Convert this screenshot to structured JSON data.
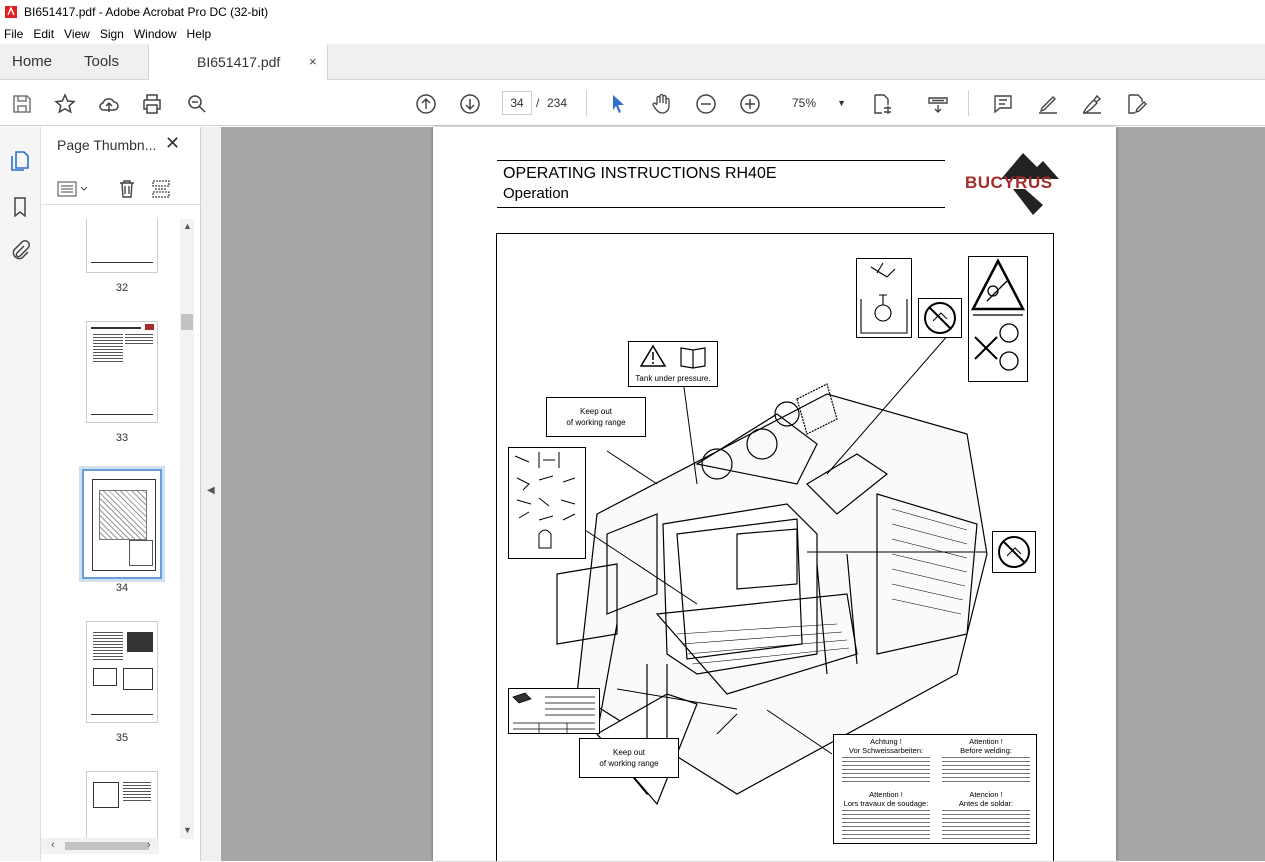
{
  "window": {
    "title": "BI651417.pdf - Adobe Acrobat Pro DC (32-bit)"
  },
  "menu": [
    "File",
    "Edit",
    "View",
    "Sign",
    "Window",
    "Help"
  ],
  "tabs": {
    "home": "Home",
    "tools": "Tools",
    "document": "BI651417.pdf",
    "close": "×"
  },
  "toolbar": {
    "current_page": "34",
    "page_separator": "/",
    "total_pages": "234",
    "zoom": "75%"
  },
  "panel": {
    "title": "Page Thumbn...",
    "close": "✕",
    "thumbnails": [
      {
        "page": "32"
      },
      {
        "page": "33"
      },
      {
        "page": "34",
        "selected": true
      },
      {
        "page": "35"
      }
    ]
  },
  "document": {
    "title_line1": "OPERATING INSTRUCTIONS RH40E",
    "title_line2": "Operation",
    "brand": "BUCYRUS",
    "callouts": {
      "tank": "Tank under pressure.",
      "keep_out_1": "Keep out\nof working range",
      "keep_out_2": "Keep out\nof working range"
    },
    "welding_notice": {
      "de_title": "Achtung !\nVor Schweissarbeiten:",
      "en_title": "Attention !\nBefore welding:",
      "fr_title": "Attention !\nLors travaux de soudage:",
      "es_title": "Atencion !\nAntes de soldar:"
    }
  },
  "colors": {
    "accent_blue": "#2d6fcc",
    "brand_red": "#a52a2a",
    "viewer_bg": "#a6a6a6",
    "selection": "#6b9ed9"
  }
}
